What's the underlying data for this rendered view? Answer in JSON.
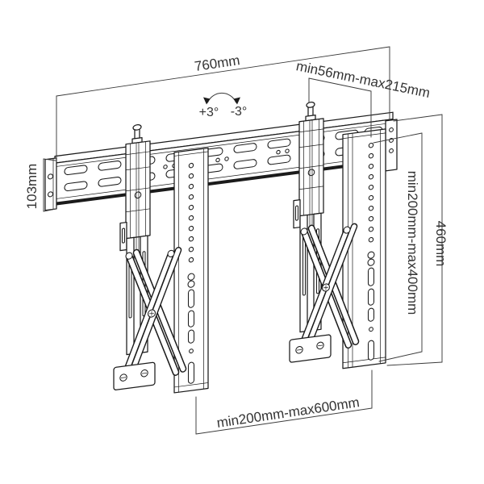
{
  "diagram": {
    "type": "technical-drawing",
    "subject": "pop-out video wall TV mount with wall rail, hook brackets and scissor arms",
    "units": "mm",
    "labels": {
      "rail_width": "760mm",
      "extension_range": "min56mm-max215mm",
      "rail_height": "103mm",
      "tilt_plus": "+3°",
      "tilt_minus": "-3°",
      "vesa_vertical_range": "min200mm-max400mm",
      "bracket_height": "460mm",
      "vesa_horizontal_range": "min200mm-max600mm"
    },
    "colors": {
      "line": "#1b1b1b",
      "text": "#333333",
      "background": "#ffffff"
    }
  }
}
